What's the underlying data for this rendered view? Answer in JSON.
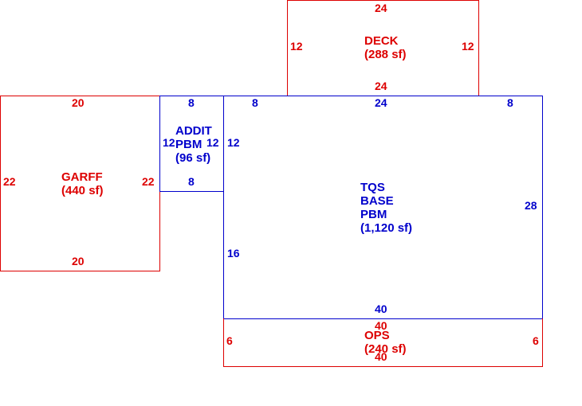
{
  "colors": {
    "existing": "#dd0000",
    "base": "#0000cc"
  },
  "areas": {
    "deck": {
      "name": "DECK",
      "area": "(288 sf)",
      "top": "24",
      "bottom": "24",
      "left": "12",
      "right": "12"
    },
    "garff": {
      "name": "GARFF",
      "area": "(440 sf)",
      "top": "20",
      "bottom": "20",
      "left": "22",
      "right": "22"
    },
    "addit": {
      "name_line1": "ADDIT",
      "name_line2": "PBM",
      "area": "(96 sf)",
      "top": "8",
      "bottom": "8",
      "left": "12",
      "right": "12"
    },
    "tqs": {
      "name_line1": "TQS",
      "name_line2": "BASE",
      "name_line3": "PBM",
      "area": "(1,120 sf)",
      "top_left": "8",
      "top": "24",
      "top_right": "8",
      "left_upper": "12",
      "left_lower": "16",
      "right": "28",
      "bottom": "40"
    },
    "ops": {
      "name": "OPS",
      "area": "(240 sf)",
      "top": "40",
      "bottom": "40",
      "left": "6",
      "right": "6"
    }
  }
}
